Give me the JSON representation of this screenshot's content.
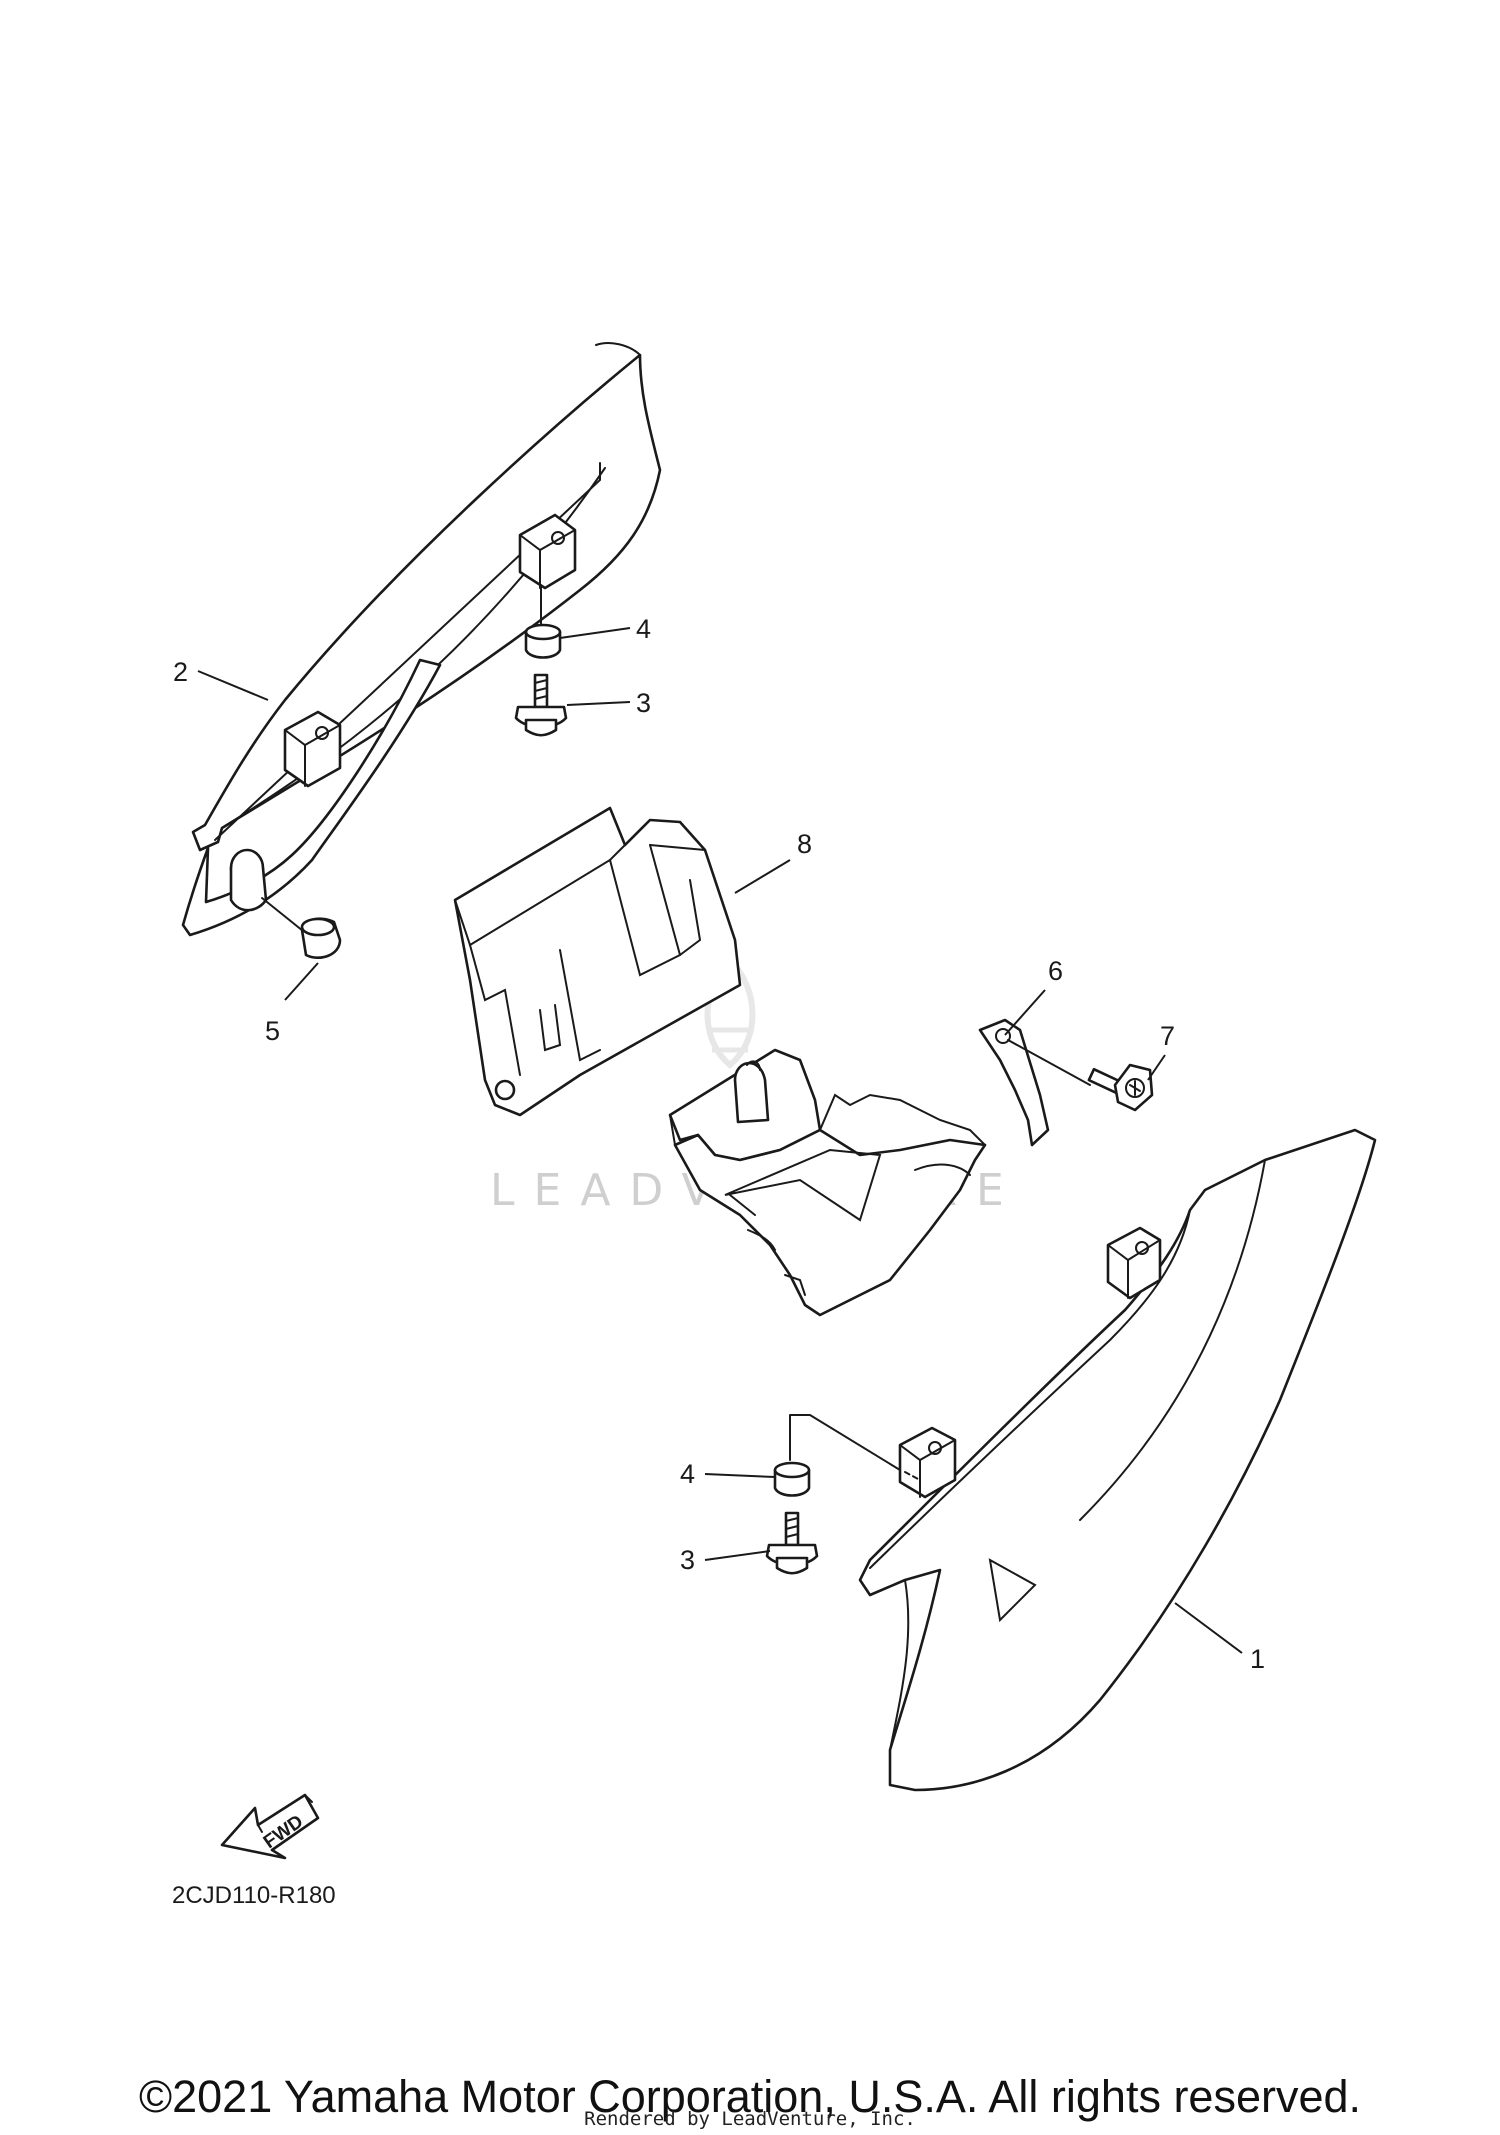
{
  "diagram": {
    "callouts": {
      "c1": "1",
      "c2": "2",
      "c3_top": "3",
      "c4_top": "4",
      "c5": "5",
      "c6": "6",
      "c7": "7",
      "c8": "8",
      "c3_bottom": "3",
      "c4_bottom": "4"
    },
    "fwd_label": "FWD",
    "drawing_code": "2CJD110-R180",
    "watermark": "LEADVENTURE"
  },
  "footer": {
    "copyright": "©2021 Yamaha Motor Corporation, U.S.A. All rights reserved.",
    "rendered_by": "Rendered by LeadVenture, Inc."
  },
  "colors": {
    "line": "#1a1a1a",
    "background": "#ffffff",
    "watermark": "#cfcfcf"
  }
}
